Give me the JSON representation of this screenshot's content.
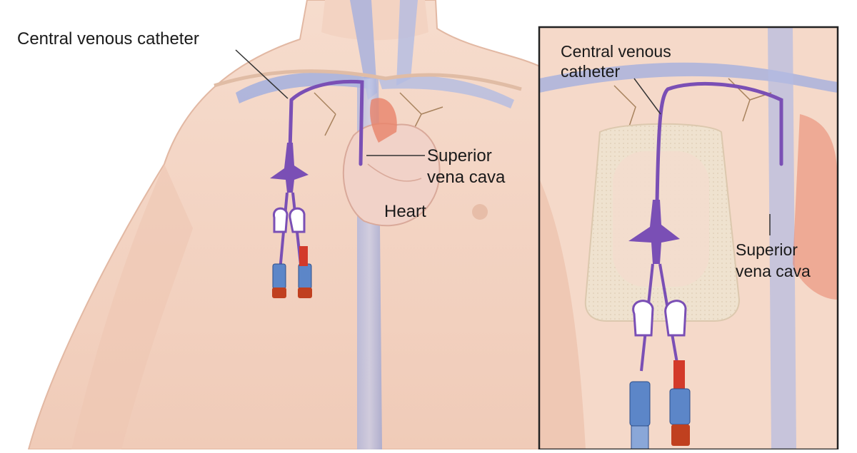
{
  "labels": {
    "main_catheter": "Central venous catheter",
    "main_svc_line1": "Superior",
    "main_svc_line2": "vena cava",
    "main_heart": "Heart",
    "inset_catheter_line1": "Central venous",
    "inset_catheter_line2": "catheter",
    "inset_svc_line1": "Superior",
    "inset_svc_line2": "vena cava"
  },
  "colors": {
    "skin": "#f4d6c6",
    "skin_shadow": "#e8bca8",
    "vein_blue": "#9aa6d6",
    "artery_red": "#e8836a",
    "catheter_purple": "#7a4fb5",
    "cap_red": "#c0401f",
    "hub_blue": "#5c86c8",
    "dressing": "#efe3d2",
    "inset_border": "#222222"
  }
}
